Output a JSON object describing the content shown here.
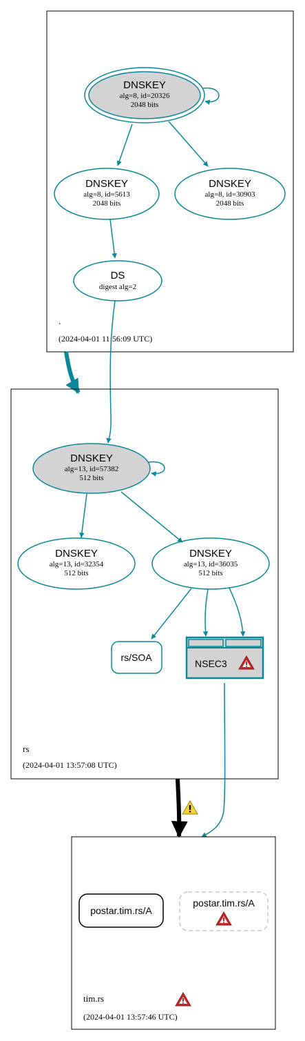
{
  "zones": {
    "root": {
      "name": ".",
      "timestamp": "(2024-04-01 11:56:09 UTC)"
    },
    "rs": {
      "name": "rs",
      "timestamp": "(2024-04-01 13:57:08 UTC)"
    },
    "tim": {
      "name": "tim.rs",
      "timestamp": "(2024-04-01 13:57:46 UTC)"
    }
  },
  "nodes": {
    "root_ksk": {
      "title": "DNSKEY",
      "line1": "alg=8, id=20326",
      "line2": "2048 bits"
    },
    "root_zsk1": {
      "title": "DNSKEY",
      "line1": "alg=8, id=5613",
      "line2": "2048 bits"
    },
    "root_zsk2": {
      "title": "DNSKEY",
      "line1": "alg=8, id=30903",
      "line2": "2048 bits"
    },
    "root_ds": {
      "title": "DS",
      "line1": "digest alg=2"
    },
    "rs_ksk": {
      "title": "DNSKEY",
      "line1": "alg=13, id=57382",
      "line2": "512 bits"
    },
    "rs_zsk1": {
      "title": "DNSKEY",
      "line1": "alg=13, id=32354",
      "line2": "512 bits"
    },
    "rs_zsk2": {
      "title": "DNSKEY",
      "line1": "alg=13, id=36035",
      "line2": "512 bits"
    },
    "rs_soa": {
      "label": "rs/SOA"
    },
    "rs_nsec3": {
      "label": "NSEC3"
    },
    "tim_a": {
      "label": "postar.tim.rs/A"
    },
    "tim_a_missing": {
      "label": "postar.tim.rs/A"
    }
  },
  "colors": {
    "edge": "#0a879a",
    "delegation": "#000000",
    "key_fill": "#d3d3d3",
    "warning_red": "#c62828",
    "warning_yellow": "#e6c200",
    "dashed_border": "#c8c8c8"
  },
  "icons": [
    "warning-icon-red",
    "warning-icon-yellow"
  ]
}
